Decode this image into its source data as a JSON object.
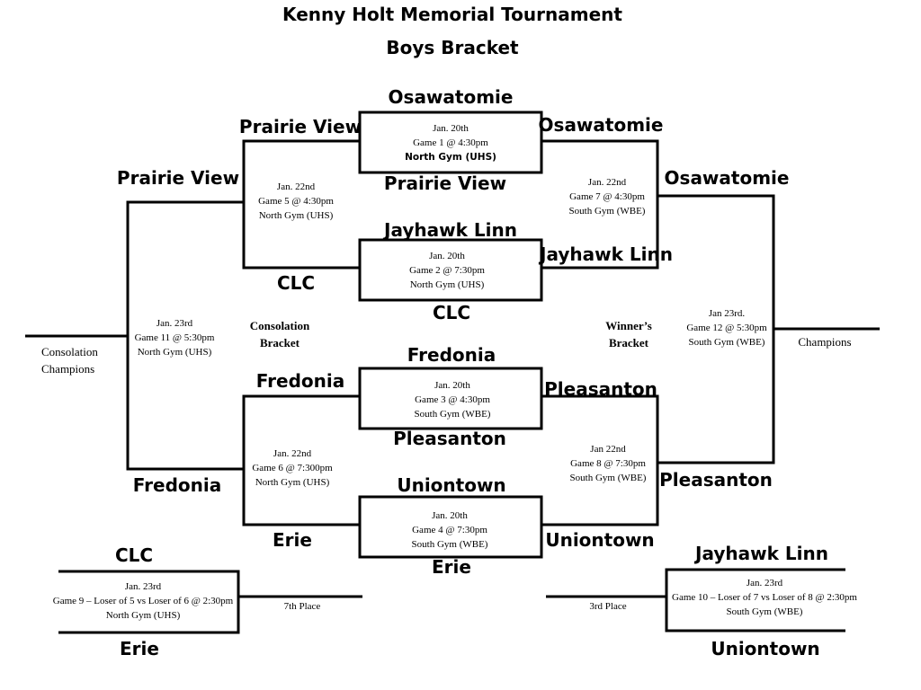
{
  "header": {
    "title": "Kenny Holt Memorial Tournament",
    "subtitle": "Boys Bracket"
  },
  "teams": {
    "osawatomie_top": "Osawatomie",
    "prairie_view_g1": "Prairie View",
    "jayhawk_linn_g2": "Jayhawk Linn",
    "clc_g2": "CLC",
    "fredonia_g3": "Fredonia",
    "pleasanton_g3": "Pleasanton",
    "uniontown_g4": "Uniontown",
    "erie_g4": "Erie",
    "prairie_view_g5": "Prairie View",
    "clc_g5": "CLC",
    "fredonia_g6": "Fredonia",
    "erie_g6": "Erie",
    "osawatomie_g7": "Osawatomie",
    "jayhawk_linn_g7": "Jayhawk Linn",
    "pleasanton_g8": "Pleasanton",
    "uniontown_g8": "Uniontown",
    "prairie_view_g11": "Prairie View",
    "fredonia_g11": "Fredonia",
    "osawatomie_g12": "Osawatomie",
    "pleasanton_g12": "Pleasanton",
    "clc_g9": "CLC",
    "erie_g9": "Erie",
    "jayhawk_linn_g10": "Jayhawk Linn",
    "uniontown_g10": "Uniontown"
  },
  "games": {
    "g1": {
      "date": "Jan. 20th",
      "game": "Game 1  @ 4:30pm",
      "venue": "North Gym (UHS)"
    },
    "g2": {
      "date": "Jan. 20th",
      "game": "Game 2  @  7:30pm",
      "venue": "North Gym (UHS)"
    },
    "g3": {
      "date": "Jan. 20th",
      "game": "Game 3  @  4:30pm",
      "venue": "South Gym (WBE)"
    },
    "g4": {
      "date": "Jan. 20th",
      "game": "Game 4  @ 7:30pm",
      "venue": "South Gym (WBE)"
    },
    "g5": {
      "date": "Jan. 22nd",
      "game": "Game 5 @ 4:30pm",
      "venue": "North Gym (UHS)"
    },
    "g6": {
      "date": "Jan. 22nd",
      "game": "Game 6 @ 7:300pm",
      "venue": "North Gym (UHS)"
    },
    "g7": {
      "date": "Jan. 22nd",
      "game": "Game 7  @ 4:30pm",
      "venue": "South Gym (WBE)"
    },
    "g8": {
      "date": "Jan 22nd",
      "game": "Game 8 @ 7:30pm",
      "venue": "South Gym (WBE)"
    },
    "g11": {
      "date": "Jan. 23rd",
      "game": "Game 11  @ 5:30pm",
      "venue": "North Gym (UHS)"
    },
    "g12": {
      "date": "Jan 23rd.",
      "game": "Game 12  @ 5:30pm",
      "venue": "South Gym (WBE)"
    },
    "g9": {
      "date": "Jan. 23rd",
      "game": "Game 9 – Loser of 5 vs Loser of 6 @ 2:30pm",
      "venue": "North Gym (UHS)"
    },
    "g10": {
      "date": "Jan. 23rd",
      "game": "Game 10 – Loser of 7 vs Loser of 8 @ 2:30pm",
      "venue": "South Gym (WBE)"
    }
  },
  "labels": {
    "consolation_bracket_1": "Consolation",
    "consolation_bracket_2": "Bracket",
    "winners_bracket_1": "Winner’s",
    "winners_bracket_2": "Bracket",
    "consolation_champions_1": "Consolation",
    "consolation_champions_2": "Champions",
    "champions": "Champions",
    "seventh_place": "7th Place",
    "third_place": "3rd Place"
  }
}
